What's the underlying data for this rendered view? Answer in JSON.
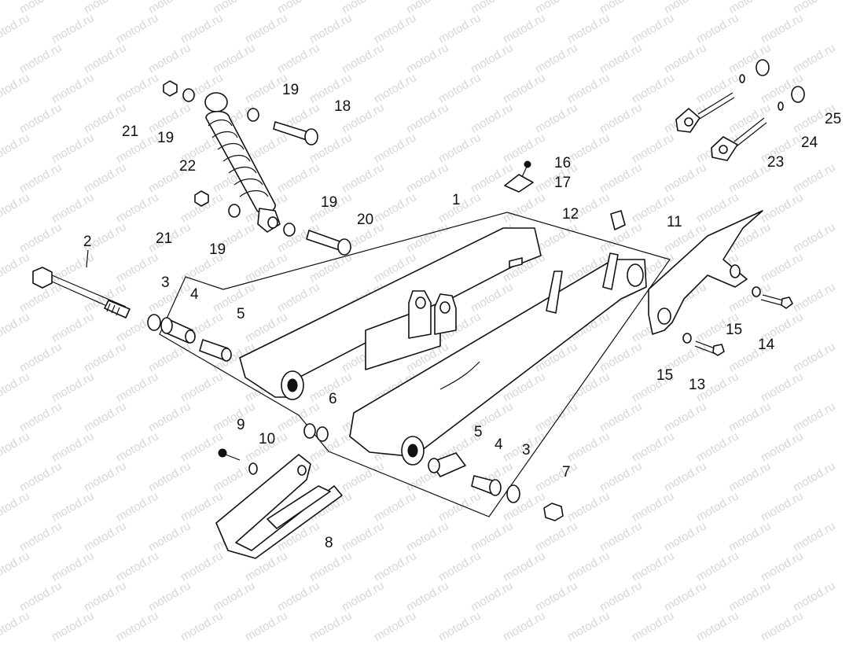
{
  "watermark": "motod.ru",
  "callouts": {
    "c1": "1",
    "c2": "2",
    "c3a": "3",
    "c3b": "3",
    "c4a": "4",
    "c4b": "4",
    "c5a": "5",
    "c5b": "5",
    "c6": "6",
    "c7": "7",
    "c8": "8",
    "c9": "9",
    "c10": "10",
    "c11": "11",
    "c12": "12",
    "c13": "13",
    "c14": "14",
    "c15a": "15",
    "c15b": "15",
    "c16": "16",
    "c17": "17",
    "c18": "18",
    "c19a": "19",
    "c19b": "19",
    "c19c": "19",
    "c19d": "19",
    "c20": "20",
    "c21a": "21",
    "c21b": "21",
    "c22": "22",
    "c23": "23",
    "c24": "24",
    "c25": "25"
  }
}
